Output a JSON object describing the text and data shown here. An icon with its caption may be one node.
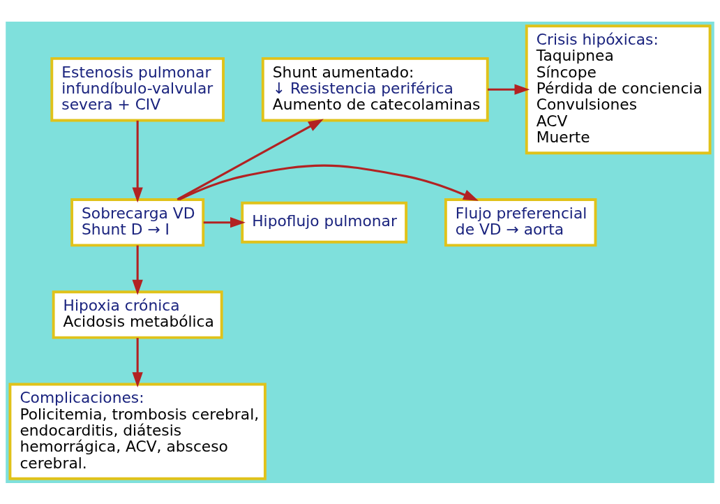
{
  "diagram": {
    "nodes": [
      {
        "text": [
          "Estenosis pulmonar infundíbulo-valvular severa + CIV"
        ]
      },
      {
        "text": [
          "Shunt aumentado:",
          "↓ Resistencia periférica",
          "Aumento de catecolaminas"
        ]
      },
      {
        "text": [
          "Crisis hipóxicas:",
          "Taquipnea",
          "Síncope",
          "Pérdida de conciencia",
          "Convulsiones",
          "ACV",
          "Muerte"
        ]
      },
      {
        "text": [
          "Sobrecarga VD",
          "Shunt D → I"
        ]
      },
      {
        "text": [
          "Flujo preferencial de VD → aorta"
        ]
      },
      {
        "text": [
          "Hipoflujo pulmonar"
        ]
      },
      {
        "text": [
          "Hipoxia crónica",
          "Acidosis metabólica"
        ]
      },
      {
        "text": [
          "Complicaciones:",
          "Policitemia, trombosis cerebral, endocarditis, diátesis hemorrágica, ACV, absceso cerebral."
        ]
      }
    ],
    "edges": [
      {
        "from": 0,
        "to": 3,
        "arrow": "to"
      },
      {
        "from": 3,
        "to": 1,
        "arrow": "to"
      },
      {
        "from": 3,
        "to": 4,
        "arrow": "to"
      },
      {
        "from": 3,
        "to": 5,
        "arrow": "to"
      },
      {
        "from": 1,
        "to": 2,
        "arrow": "to"
      },
      {
        "from": 3,
        "to": 6,
        "arrow": "to"
      },
      {
        "from": 6,
        "to": 7,
        "arrow": "to"
      }
    ]
  }
}
